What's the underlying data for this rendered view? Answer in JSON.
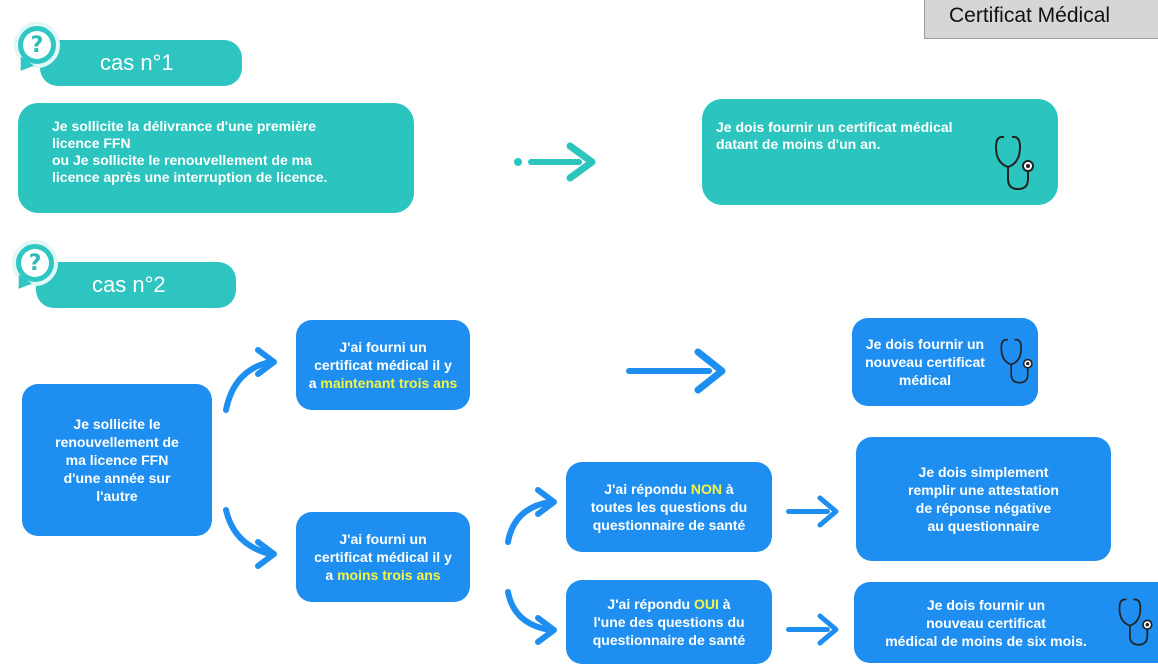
{
  "title": "Certificat Médical",
  "case1": {
    "label": "cas n°1",
    "situation": [
      "Je sollicite la délivrance d'une première",
      "licence FFN",
      "ou Je sollicite le renouvellement de ma",
      "licence après une interruption de licence."
    ],
    "result": [
      "Je dois fournir un certificat médical",
      "datant de moins d'un an."
    ]
  },
  "case2": {
    "label": "cas n°2",
    "situation": [
      "Je sollicite le",
      "renouvellement de",
      "ma licence FFN",
      "d'une année sur",
      "l'autre"
    ],
    "branch_a": {
      "line1": "J'ai fourni un",
      "line2": "certificat médical il y",
      "line3_prefix": "a ",
      "line3_highlight": "maintenant trois ans",
      "result": [
        "Je dois fournir un",
        "nouveau certificat",
        "médical"
      ]
    },
    "branch_b": {
      "line1": "J'ai fourni un",
      "line2": "certificat médical il y",
      "line3_prefix": "a ",
      "line3_highlight": "moins trois ans",
      "no": {
        "prefix": "J'ai répondu ",
        "highlight": "NON",
        "suffix": " à",
        "line2": "toutes les questions du",
        "line3": "questionnaire de santé",
        "result": [
          "Je dois simplement",
          "remplir une attestation",
          "de réponse négative",
          "au questionnaire"
        ]
      },
      "yes": {
        "prefix": "J'ai répondu ",
        "highlight": "OUI",
        "suffix": " à",
        "line2": "l'une des questions du",
        "line3": "questionnaire de santé",
        "result": [
          "Je dois fournir un",
          "nouveau certificat",
          "médical de moins de six mois."
        ]
      }
    }
  },
  "colors": {
    "teal": "#2bc4bf",
    "blue": "#1e8ff0",
    "highlight": "#f5f542",
    "header_bg": "#d6d6d6"
  },
  "icons": [
    "question-bubble-icon",
    "stethoscope-icon",
    "arrow-right-icon",
    "curved-arrow-icon"
  ]
}
